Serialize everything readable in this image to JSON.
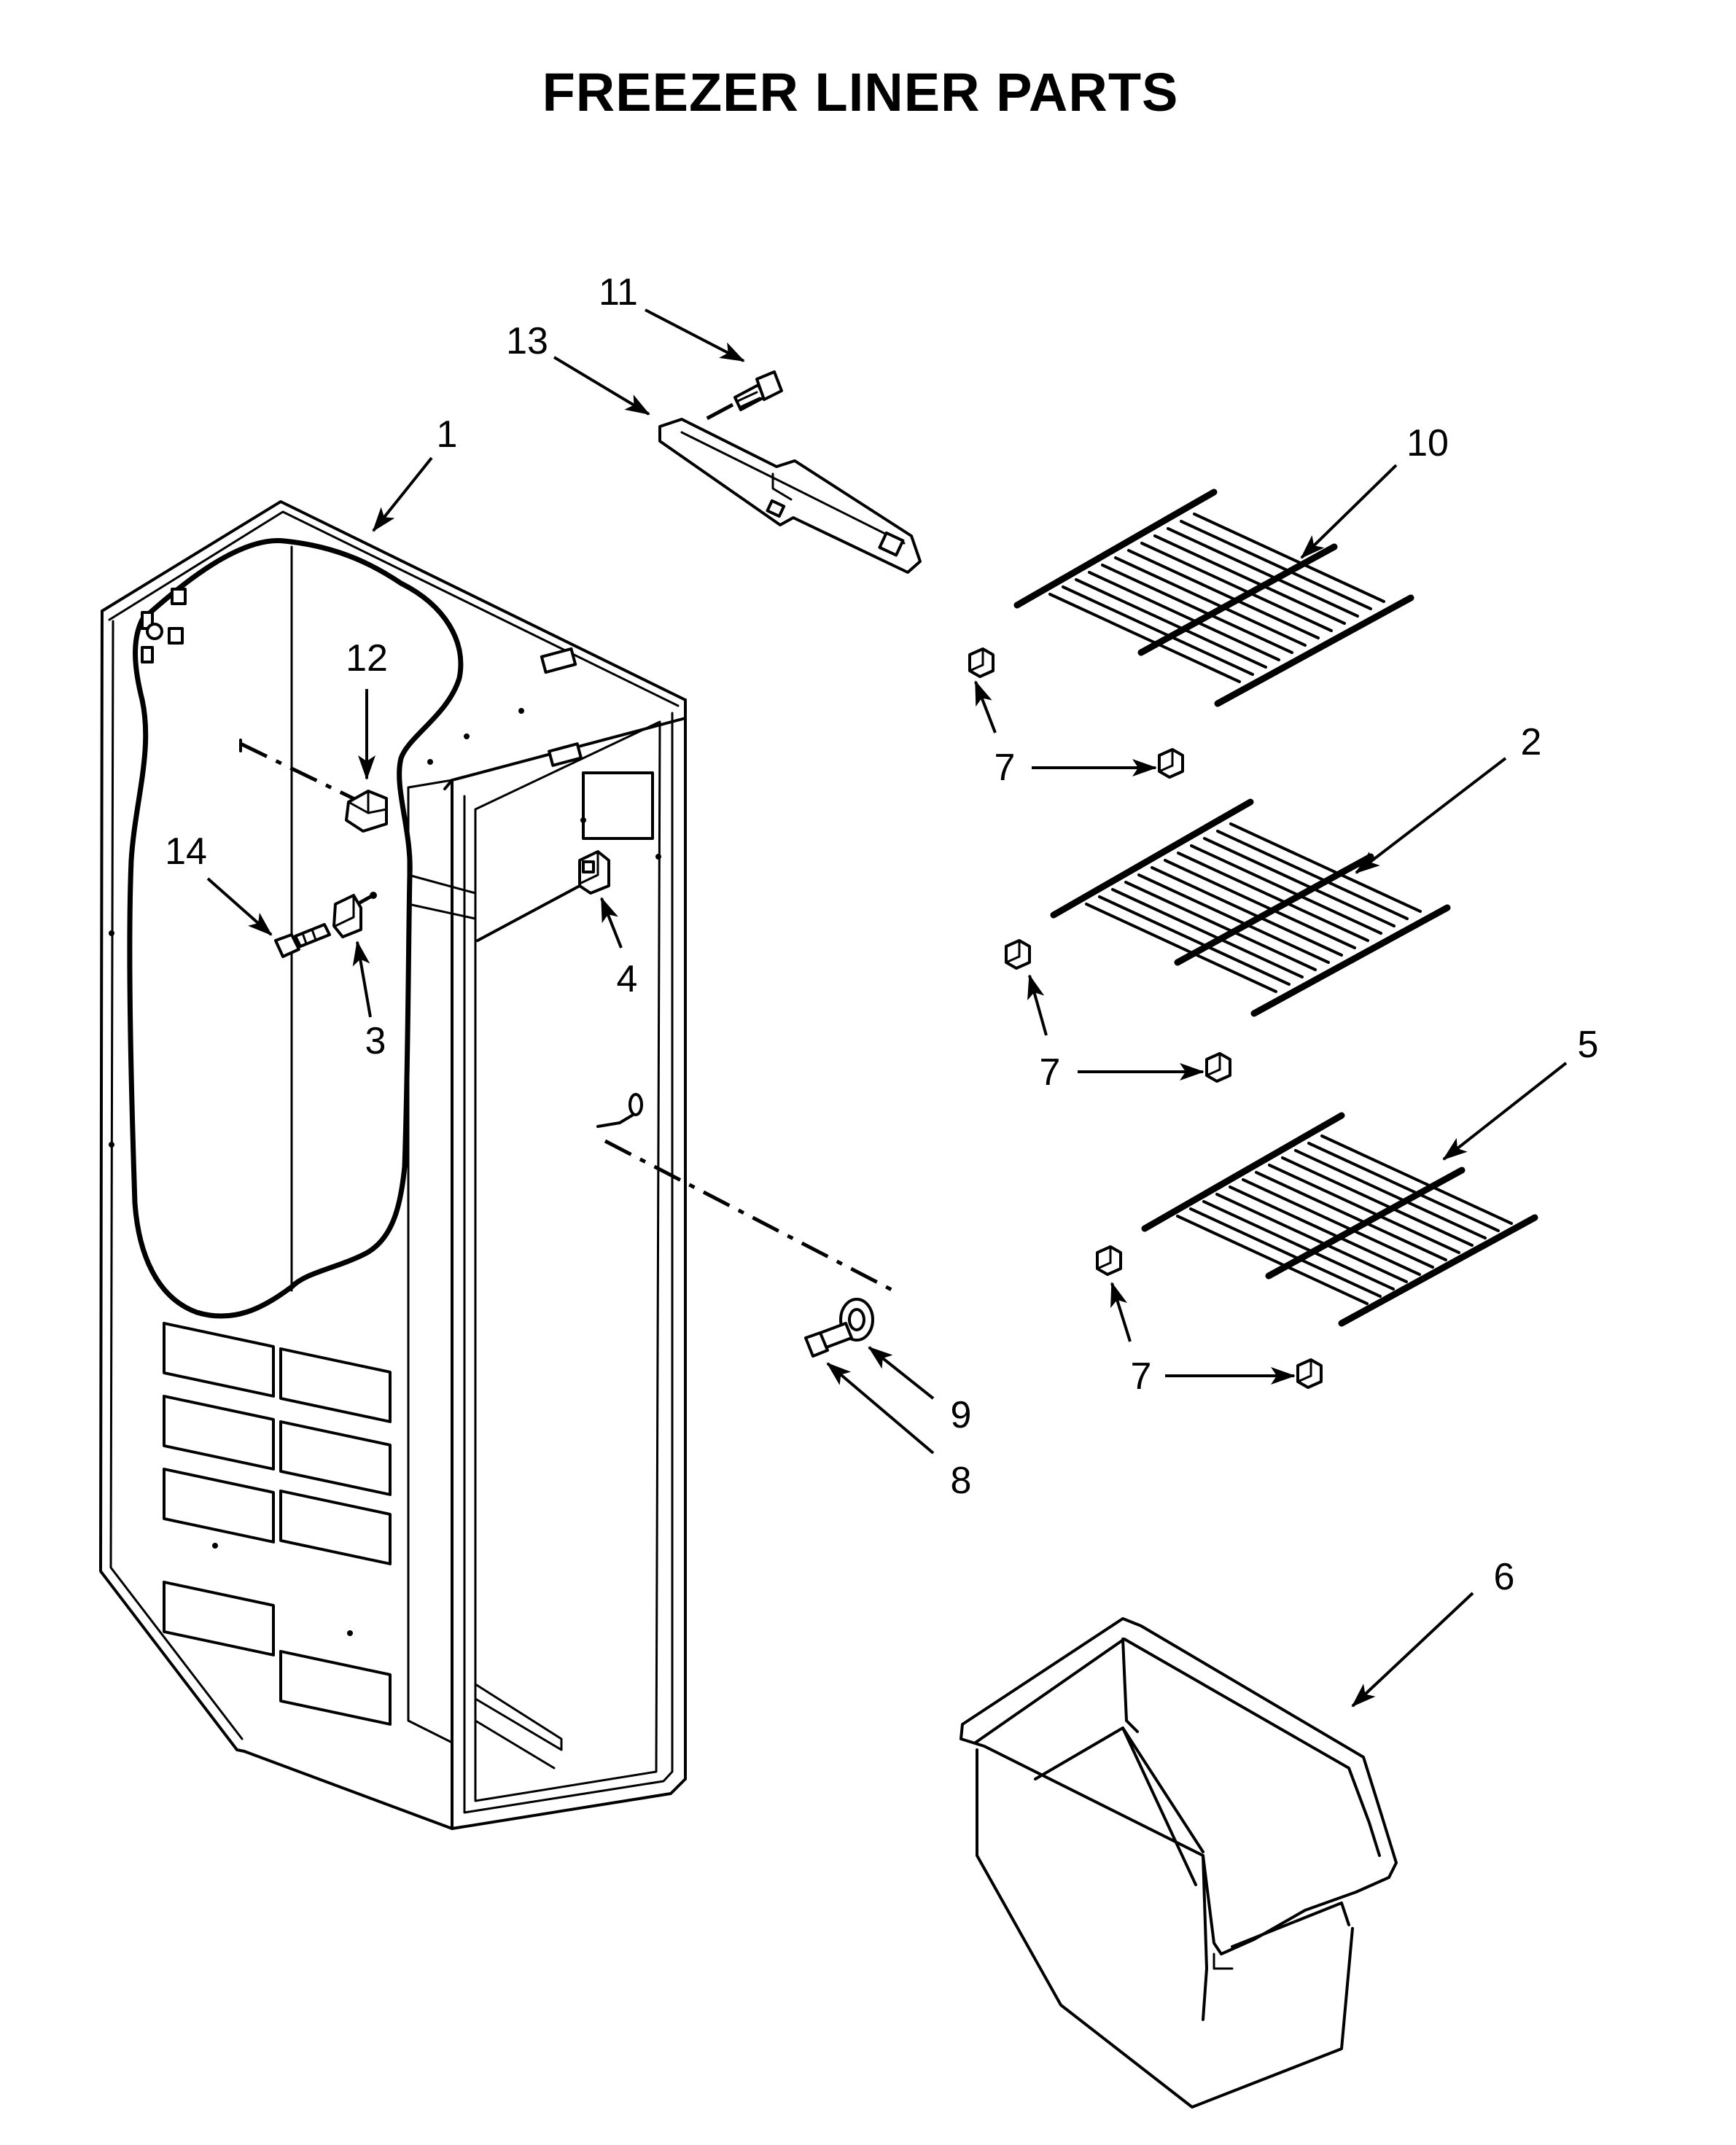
{
  "title": "FREEZER LINER PARTS",
  "callouts": {
    "c1": "1",
    "c2": "2",
    "c3": "3",
    "c4": "4",
    "c5": "5",
    "c6": "6",
    "c7a": "7",
    "c7b": "7",
    "c7c": "7",
    "c8": "8",
    "c9": "9",
    "c10": "10",
    "c11": "11",
    "c12": "12",
    "c13": "13",
    "c14": "14"
  }
}
